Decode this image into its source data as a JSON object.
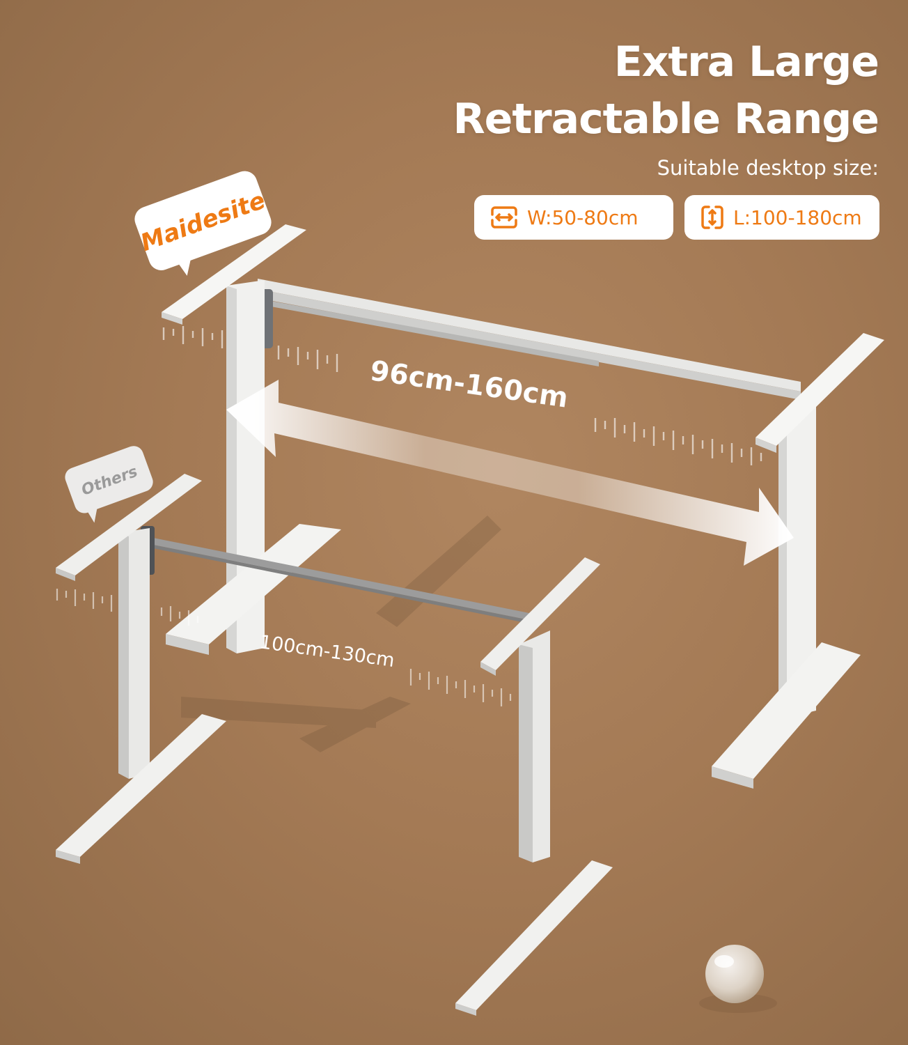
{
  "headline": {
    "line1": "Extra Large",
    "line2": "Retractable Range"
  },
  "subtitle": "Suitable desktop size:",
  "specs": {
    "width": {
      "label": "W:50-80cm",
      "icon": "width-expand-icon"
    },
    "length": {
      "label": "L:100-180cm",
      "icon": "length-expand-icon"
    }
  },
  "brand_tag": {
    "text": "Maidesite"
  },
  "others_tag": {
    "text": "Others"
  },
  "range_large": {
    "text": "96cm-160cm"
  },
  "range_small": {
    "text": "100cm-130cm"
  },
  "colors": {
    "background": "#a47a55",
    "accent_orange": "#ee7a14",
    "frame_white": "#f4f4f4",
    "text_white": "#ffffff"
  }
}
